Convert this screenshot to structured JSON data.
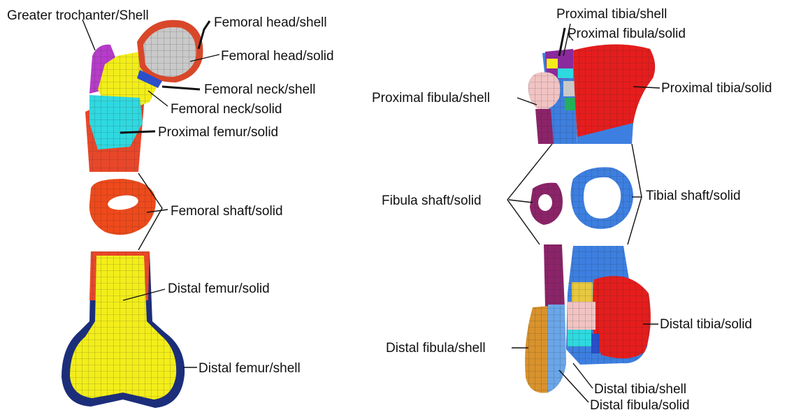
{
  "labels": {
    "greater_trochanter_shell": "Greater trochanter/Shell",
    "femoral_head_shell": "Femoral head/shell",
    "femoral_head_solid": "Femoral head/solid",
    "femoral_neck_shell": "Femoral neck/shell",
    "femoral_neck_solid": "Femoral neck/solid",
    "proximal_femur_solid": "Proximal femur/solid",
    "femoral_shaft_solid": "Femoral shaft/solid",
    "distal_femur_solid": "Distal femur/solid",
    "distal_femur_shell": "Distal femur/shell",
    "proximal_tibia_shell": "Proximal tibia/shell",
    "proximal_fibula_solid": "Proximal fibula/solid",
    "proximal_fibula_shell": "Proximal fibula/shell",
    "proximal_tibia_solid": "Proximal tibia/solid",
    "fibula_shaft_solid": "Fibula shaft/solid",
    "tibial_shaft_solid": "Tibial shaft/solid",
    "distal_tibia_solid": "Distal tibia/solid",
    "distal_fibula_shell": "Distal fibula/shell",
    "distal_tibia_shell": "Distal tibia/shell",
    "distal_fibula_solid": "Distal fibula/solid"
  },
  "colors": {
    "shell_red": "#e8472a",
    "femur_yellow": "#f3ee1a",
    "head_gray": "#c9c9c9",
    "trochanter_purple": "#b63cc9",
    "proximal_cyan": "#2fd9e0",
    "shell_navy": "#1c2e7a",
    "tibia_blue": "#3d7fe0",
    "tibia_red": "#e51d1d",
    "fibula_maroon": "#8b2468",
    "fibula_pink": "#f1c3c3",
    "fibula_orange": "#d9922c"
  }
}
